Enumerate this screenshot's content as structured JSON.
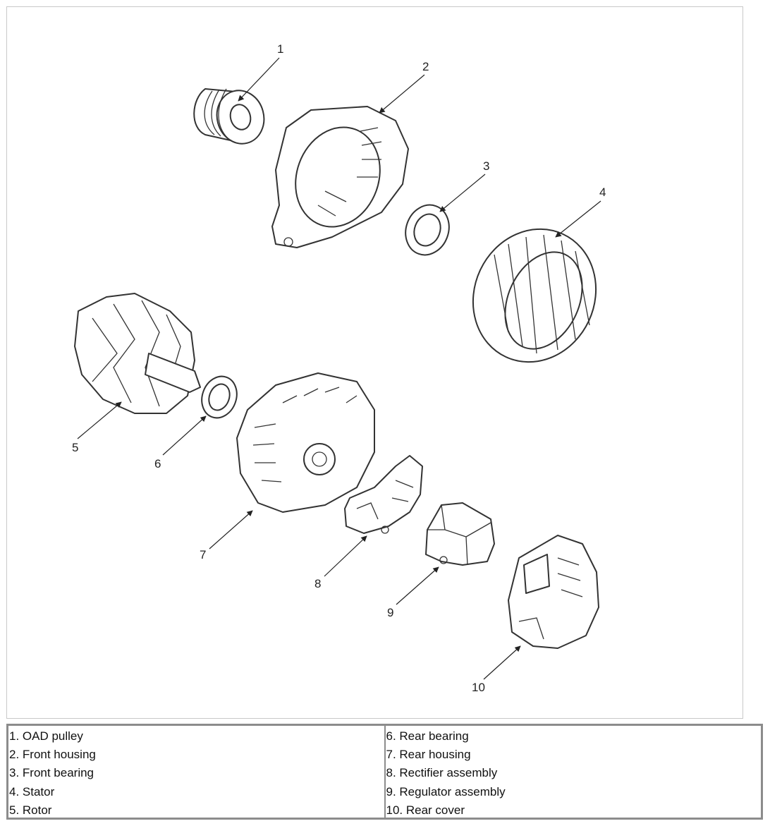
{
  "callouts": [
    "1",
    "2",
    "3",
    "4",
    "5",
    "6",
    "7",
    "8",
    "9",
    "10"
  ],
  "legend": {
    "left": [
      "1. OAD pulley",
      "2. Front housing",
      "3. Front bearing",
      "4. Stator",
      "5. Rotor"
    ],
    "right": [
      "6. Rear bearing",
      "7. Rear housing",
      "8. Rectifier assembly",
      "9. Regulator assembly",
      "10. Rear cover"
    ]
  }
}
